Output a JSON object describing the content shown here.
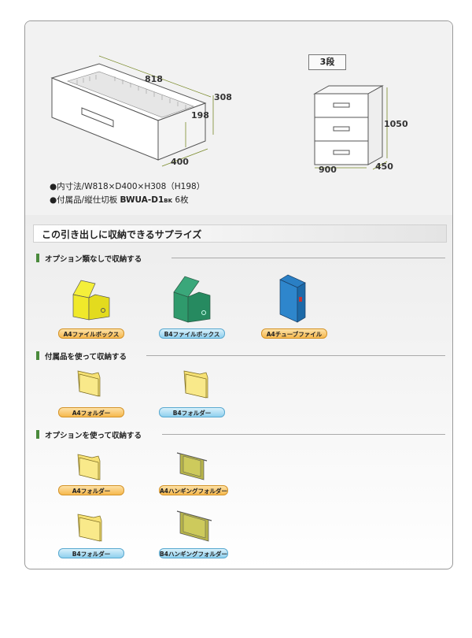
{
  "dimensions": {
    "drawer_width": "818",
    "drawer_height": "308",
    "drawer_inner_height": "198",
    "drawer_depth": "400",
    "cabinet_height": "1050",
    "cabinet_width": "900",
    "cabinet_depth": "450"
  },
  "cabinet_label": "3段",
  "specs": {
    "inner_size": "●内寸法/W818×D400×H308（H198）",
    "accessory_prefix": "●付属品/縦仕切板 ",
    "accessory_model": "BWUA-D1",
    "accessory_model_suffix": "BK",
    "accessory_qty": " 6枚"
  },
  "section_title": "この引き出しに収納できるサプライズ",
  "groups": [
    {
      "heading": "オプション類なしで収納する",
      "items": [
        {
          "label": "A4ファイルボックス",
          "color": "orange",
          "icon": "yellow-file-box-icon"
        },
        {
          "label": "B4ファイルボックス",
          "color": "blue",
          "icon": "green-file-box-icon"
        },
        {
          "label": "A4チューブファイル",
          "color": "orange",
          "icon": "blue-tube-file-icon"
        }
      ]
    },
    {
      "heading": "付属品を使って収納する",
      "items": [
        {
          "label": "A4フォルダー",
          "color": "orange",
          "icon": "folder-icon"
        },
        {
          "label": "B4フォルダー",
          "color": "blue",
          "icon": "folder-icon"
        }
      ]
    },
    {
      "heading": "オプションを使って収納する",
      "items": [
        {
          "label": "A4フォルダー",
          "color": "orange",
          "icon": "folder-icon"
        },
        {
          "label": "A4ハンギングフォルダー",
          "color": "orange",
          "icon": "hanging-folder-icon"
        },
        {
          "label": "B4フォルダー",
          "color": "blue",
          "icon": "folder-icon"
        },
        {
          "label": "B4ハンギングフォルダー",
          "color": "blue",
          "icon": "hanging-folder-icon"
        }
      ]
    }
  ]
}
